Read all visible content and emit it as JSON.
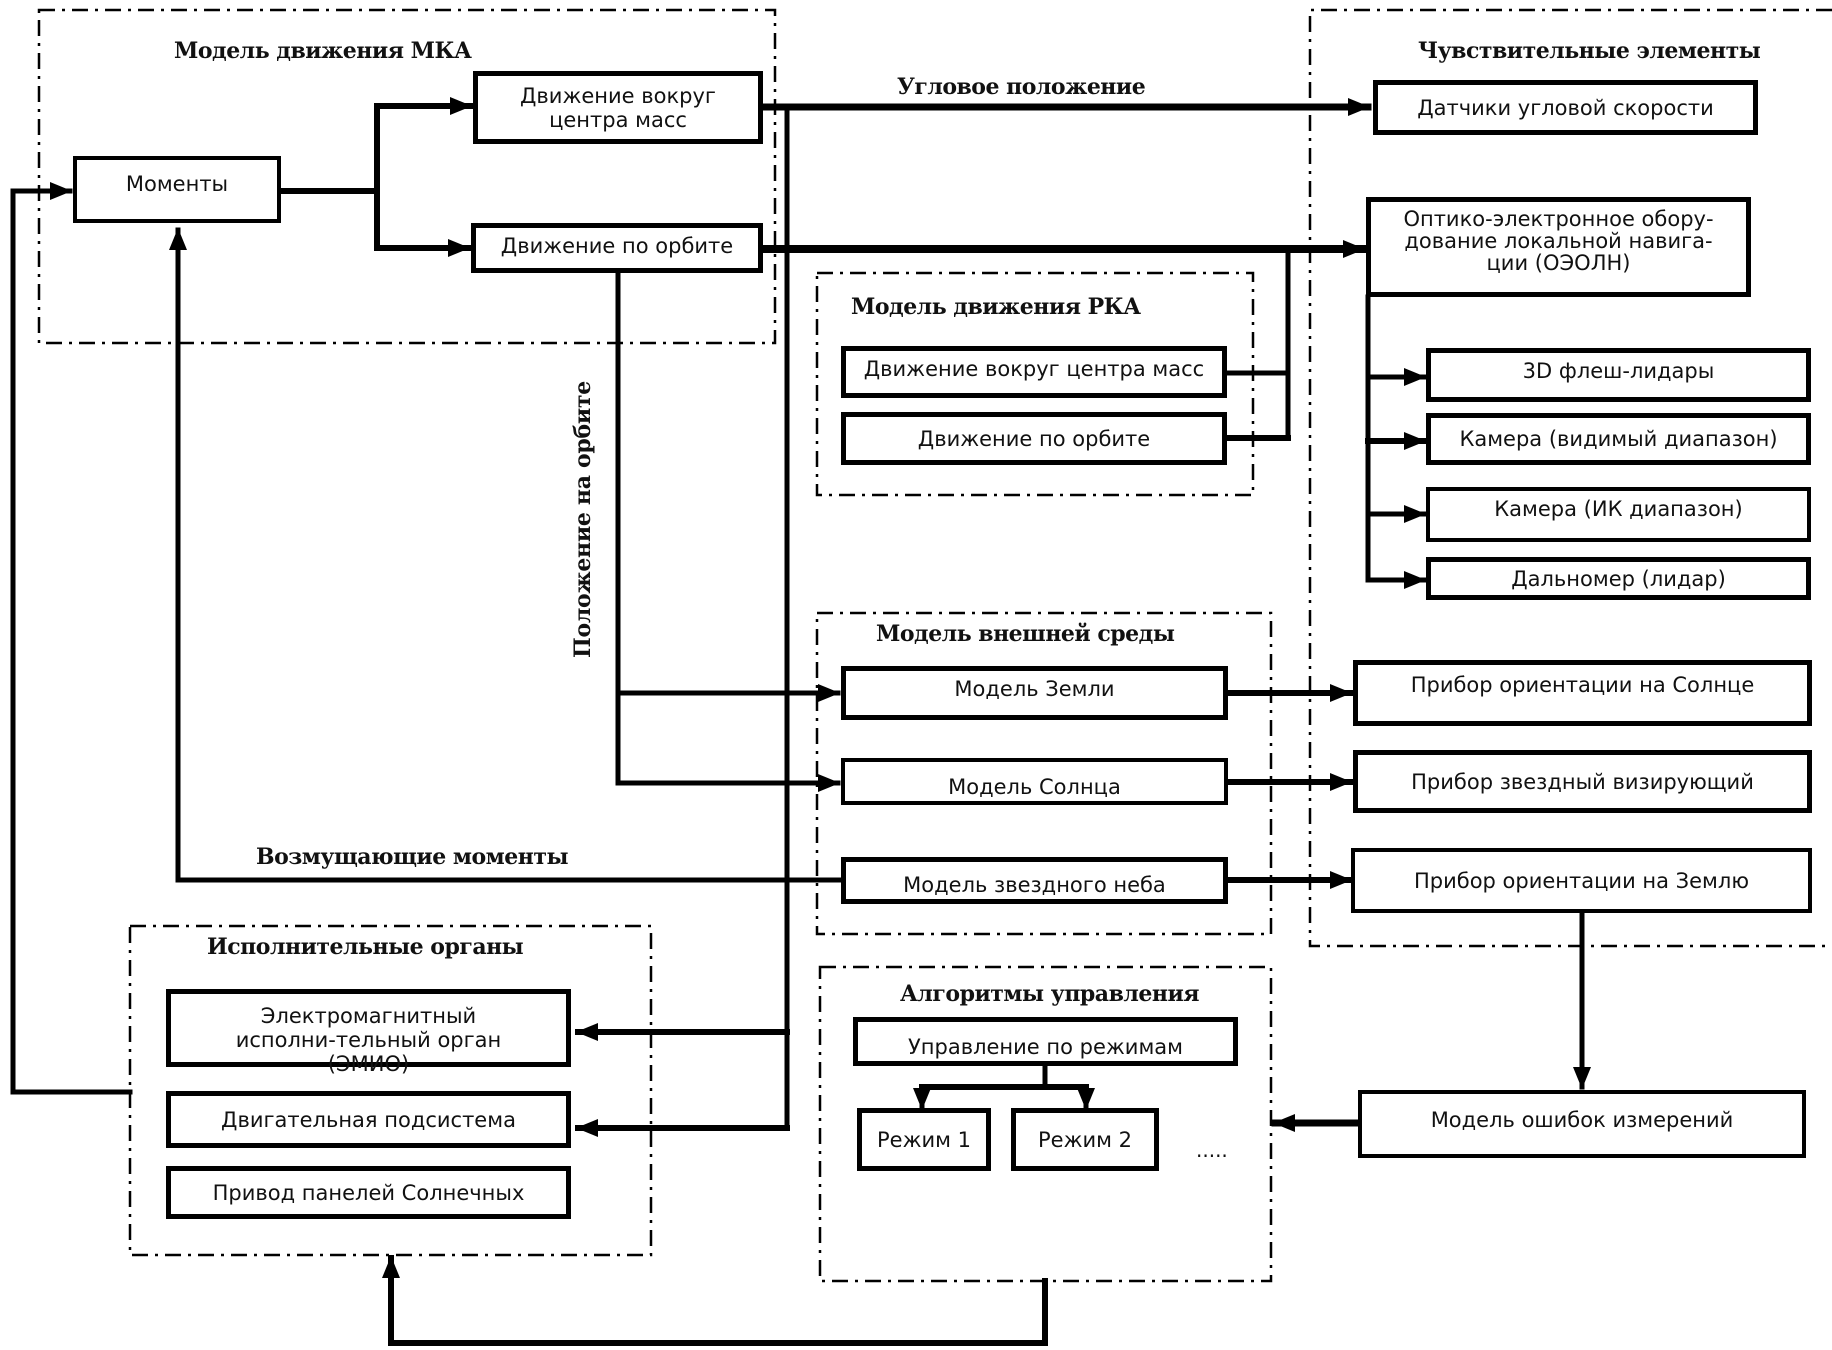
{
  "groups": {
    "mka_motion": {
      "title": "Модель движения МКА"
    },
    "rka_motion": {
      "title": "Модель движения РКА"
    },
    "sensors": {
      "title": "Чувствительные элементы"
    },
    "environment": {
      "title": "Модель внешней среды"
    },
    "actuators": {
      "title": "Исполнительные органы"
    },
    "control": {
      "title": "Алгоритмы управления"
    }
  },
  "boxes": {
    "moments": "Моменты",
    "mka_attitude": "Движение вокруг центра масс",
    "mka_orbit": "Движение по орбите",
    "rka_attitude": "Движение вокруг центра масс",
    "rka_orbit": "Движение по орбите",
    "gyro": "Датчики угловой скорости",
    "oeoln": "Оптико-электронное обору-дование локальной навига-ции (ОЭОЛН)",
    "flash_lidar": "3D флеш-лидары",
    "camera_visible": "Камера (видимый диапазон)",
    "camera_ir": "Камера (ИК диапазон)",
    "rangefinder": "Дальномер (лидар)",
    "earth_model": "Модель Земли",
    "sun_model": "Модель Солнца",
    "star_model": "Модель звездного неба",
    "sun_sensor": "Прибор ориентации на Солнце",
    "star_tracker": "Прибор звездный визирующий",
    "earth_sensor": "Прибор ориентации на Землю",
    "meas_errors": "Модель ошибок измерений",
    "emio": "Электромагнитный исполни-тельный орган (ЭМИО)",
    "propulsion": "Двигательная подсистема",
    "solar_drive": "Привод панелей Солнечных",
    "mode_control": "Управление по режимам",
    "mode1": "Режим 1",
    "mode2": "Режим 2",
    "more_modes": "....."
  },
  "edge_labels": {
    "attitude": "Угловое положение",
    "orbit_position": "Положение на орбите",
    "disturbance": "Возмущающие моменты"
  }
}
